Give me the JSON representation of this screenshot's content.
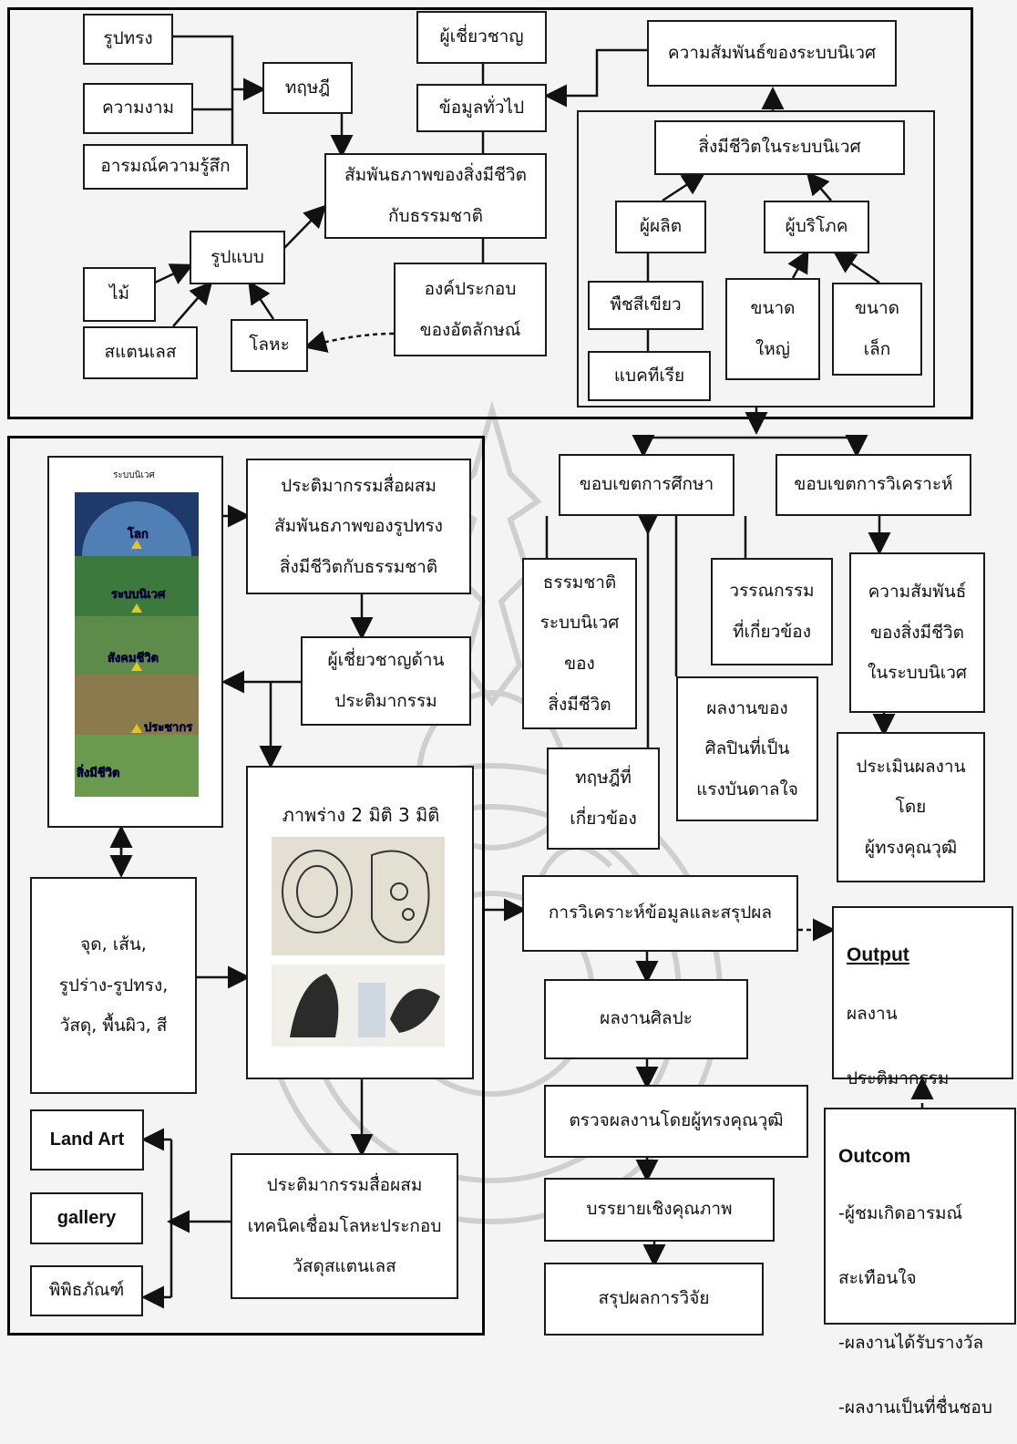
{
  "diagram": {
    "theory_block": {
      "shape": "รูปทรง",
      "beauty": "ความงาม",
      "emotion": "อารมณ์ความรู้สึก",
      "theory": "ทฤษฎี",
      "expert": "ผู้เชี่ยวชาญ",
      "general_info": "ข้อมูลทั่วไป",
      "relationship": "สัมพันธภาพของสิ่งมีชีวิต\nกับธรรมชาติ",
      "form": "รูปแบบ",
      "wood": "ไม้",
      "stainless": "สแตนเลส",
      "metal": "โลหะ",
      "identity": "องค์ประกอบ\nของอัตลักษณ์"
    },
    "ecosystem_block": {
      "eco_relation": "ความสัมพันธ์ของระบบนิเวศ",
      "organisms": "สิ่งมีชีวิตในระบบนิเวศ",
      "producer": "ผู้ผลิต",
      "consumer": "ผู้บริโภค",
      "green_plants": "พืชสีเขียว",
      "bacteria": "แบคทีเรีย",
      "large": "ขนาด\nใหญ่",
      "small": "ขนาด\nเล็ก"
    },
    "creation_block": {
      "eco_image_title": "ระบบนิเวศ",
      "eco_levels": [
        "โลก",
        "ระบบนิเวศ",
        "สังคมชีวิต",
        "ประชากร",
        "สิ่งมีชีวิต"
      ],
      "mixed_media": "ประติมากรรมสื่อผสม\nสัมพันธภาพของรูปทรง\nสิ่งมีชีวิตกับธรรมชาติ",
      "sculpture_expert": "ผู้เชี่ยวชาญด้าน\nประติมากรรม",
      "sketch_title": "ภาพร่าง 2 มิติ 3 มิติ",
      "elements": "จุด, เส้น,\nรูปร่าง-รูปทรง,\nวัสดุ, พื้นผิว, สี",
      "welding": "ประติมากรรมสื่อผสม\nเทคนิคเชื่อมโลหะประกอบ\nวัสดุสแตนเลส",
      "land_art": "Land Art",
      "gallery": "gallery",
      "museum": "พิพิธภัณฑ์"
    },
    "analysis_block": {
      "study_scope": "ขอบเขตการศึกษา",
      "analysis_scope": "ขอบเขตการวิเคราะห์",
      "nature": "ธรรมชาติ\nระบบนิเวศ\nของ\nสิ่งมีชีวิต",
      "related_theory": "ทฤษฎีที่\nเกี่ยวข้อง",
      "artist_works": "ผลงานของ\nศิลปินที่เป็น\nแรงบันดาลใจ",
      "literature": "วรรณกรรม\nที่เกี่ยวข้อง",
      "organism_relation": "ความสัมพันธ์\nของสิ่งมีชีวิต\nในระบบนิเวศ",
      "evaluation": "ประเมินผลงาน\nโดย\nผู้ทรงคุณวุฒิ",
      "data_analysis": "การวิเคราะห์ข้อมูลและสรุปผล",
      "artwork": "ผลงานศิลปะ",
      "check": "ตรวจผลงานโดยผู้ทรงคุณวุฒิ",
      "qualitative": "บรรยายเชิงคุณภาพ",
      "conclusion": "สรุปผลการวิจัย"
    },
    "output": {
      "heading": "Output",
      "lines": [
        "ผลงาน",
        "ประติมากรรม"
      ]
    },
    "outcome": {
      "heading": "Outcom",
      "lines": [
        "-ผู้ชมเกิดอารมณ์",
        "สะเทือนใจ",
        "-ผลงานได้รับรางวัล",
        "-ผลงานเป็นที่ชื่นชอบ"
      ]
    }
  },
  "colors": {
    "border": "#1a1a1a",
    "background": "#f4f4f4",
    "watermark": "#c9c9c9",
    "arrow": "#111111"
  }
}
